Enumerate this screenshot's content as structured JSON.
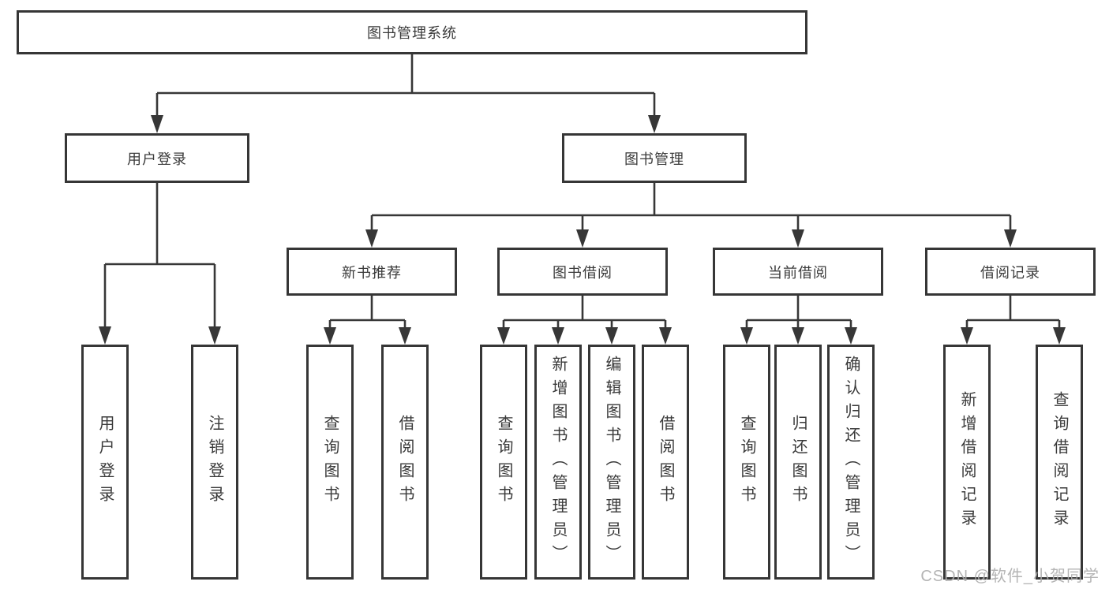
{
  "colors": {
    "line": "#373737",
    "box_border": "#363636",
    "text": "#3a3a3a",
    "background": "#ffffff",
    "watermark": "#acacac"
  },
  "diagram": {
    "root": {
      "label": "图书管理系统"
    },
    "level2": [
      {
        "label": "用户登录"
      },
      {
        "label": "图书管理"
      }
    ],
    "level3": [
      {
        "label": "新书推荐",
        "parent": "图书管理"
      },
      {
        "label": "图书借阅",
        "parent": "图书管理"
      },
      {
        "label": "当前借阅",
        "parent": "图书管理"
      },
      {
        "label": "借阅记录",
        "parent": "图书管理"
      }
    ],
    "leaves": [
      {
        "label": "用户登录",
        "parent": "用户登录"
      },
      {
        "label": "注销登录",
        "parent": "用户登录"
      },
      {
        "label": "查询图书",
        "parent": "新书推荐"
      },
      {
        "label": "借阅图书",
        "parent": "新书推荐"
      },
      {
        "label": "查询图书",
        "parent": "图书借阅"
      },
      {
        "label": "新增图书（管理员）",
        "parent": "图书借阅"
      },
      {
        "label": "编辑图书（管理员）",
        "parent": "图书借阅"
      },
      {
        "label": "借阅图书",
        "parent": "图书借阅"
      },
      {
        "label": "查询图书",
        "parent": "当前借阅"
      },
      {
        "label": "归还图书",
        "parent": "当前借阅"
      },
      {
        "label": "确认归还（管理员）",
        "parent": "当前借阅"
      },
      {
        "label": "新增借阅记录",
        "parent": "借阅记录"
      },
      {
        "label": "查询借阅记录",
        "parent": "借阅记录"
      }
    ]
  },
  "watermark": {
    "text": "CSDN @软件_小贺同学"
  }
}
